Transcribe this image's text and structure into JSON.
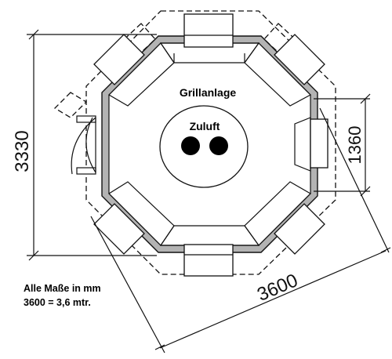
{
  "diagram": {
    "center_label": "Grillanlage",
    "supply_label": "Zuluft",
    "dim_height": "3330",
    "dim_diagonal": "3600",
    "dim_door": "1360",
    "note_line1": "Alle Maße in mm",
    "note_line2": "3600 = 3,6 mtr."
  },
  "colors": {
    "wall": "#b3b3b3",
    "line": "#111111",
    "background": "#ffffff"
  }
}
